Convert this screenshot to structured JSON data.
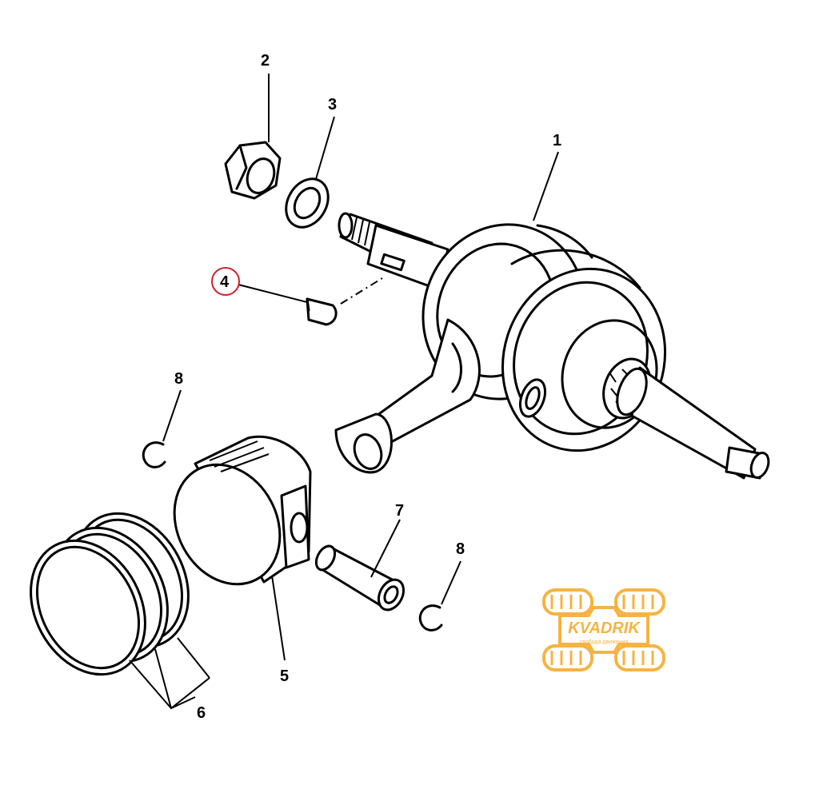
{
  "callouts": {
    "c1": "1",
    "c2": "2",
    "c3": "3",
    "c4": "4",
    "c5": "5",
    "c6": "6",
    "c7": "7",
    "c8a": "8",
    "c8b": "8"
  },
  "highlight_color": "#d21f2a",
  "logo": {
    "name": "KVADRIK",
    "tagline": "свобода движения",
    "color": "#f5a623"
  }
}
